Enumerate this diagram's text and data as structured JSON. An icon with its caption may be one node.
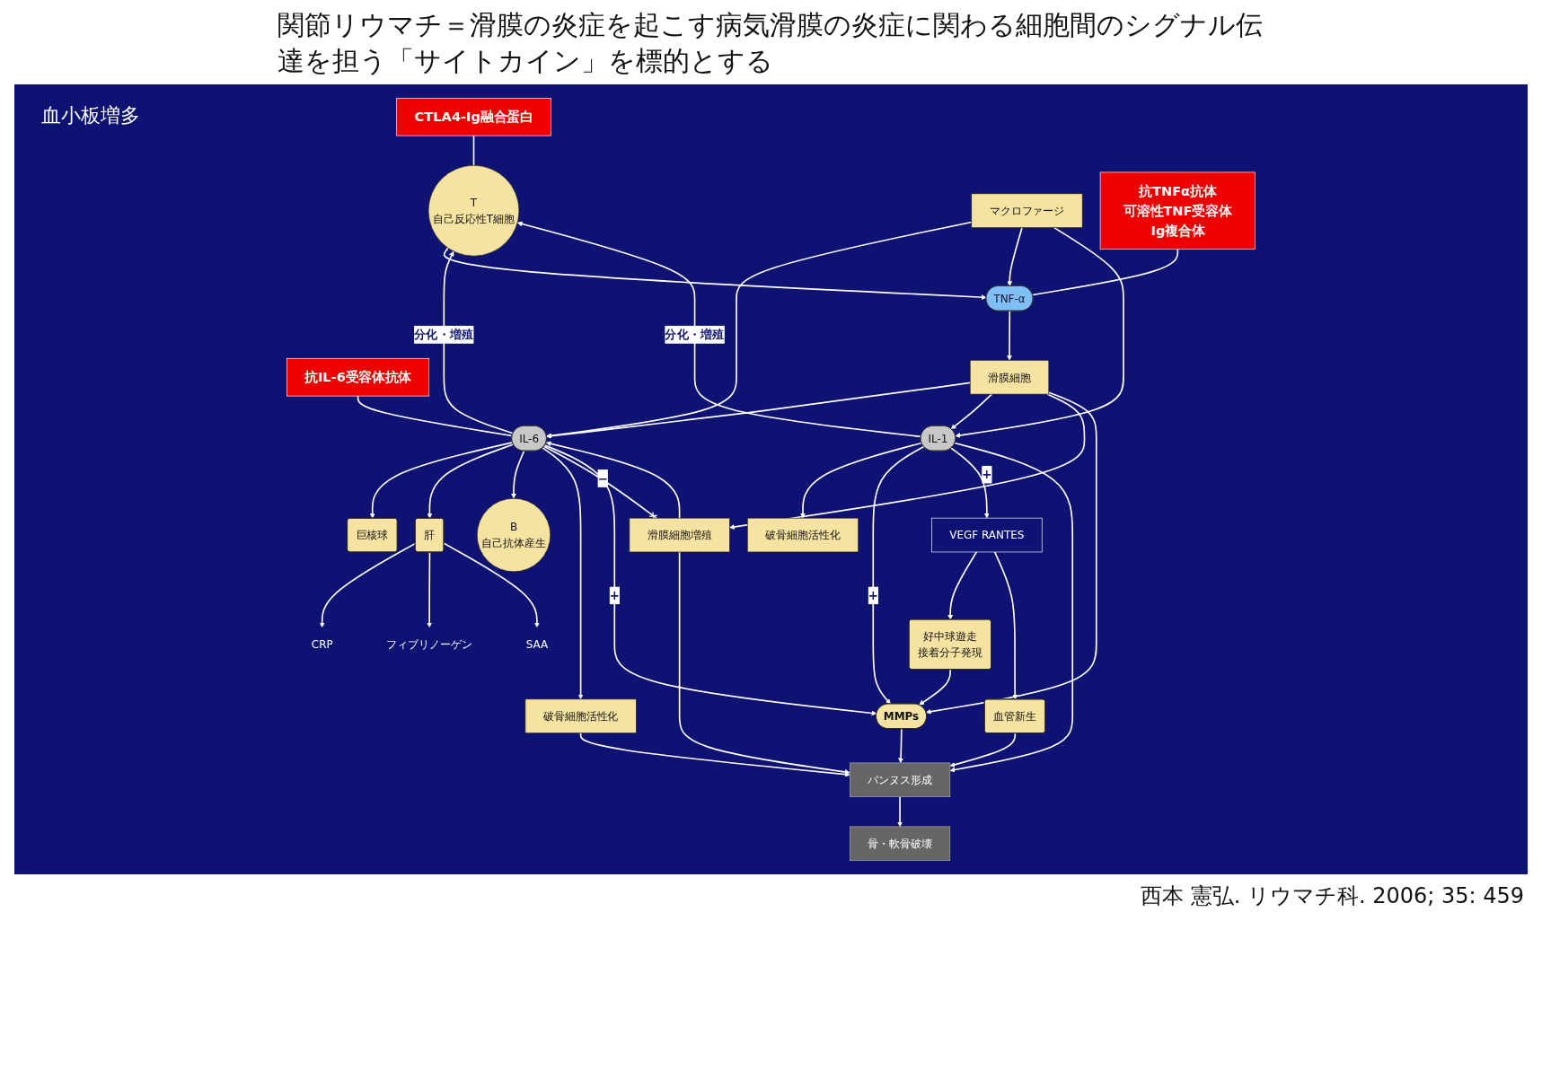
{
  "diagram": {
    "title": "関節リウマチ＝滑膜の炎症を起こす病気滑膜の炎症に関わる細胞間のシグナル伝達を担う「サイトカイン」を標的とする",
    "caption": "西本 憲弘. リウマチ科. 2006; 35: 459",
    "nodes": [
      {
        "text": [
          "CTLA4-Ig融合蛋白"
        ]
      },
      {
        "text": [
          "T",
          "自己反応性T細胞"
        ]
      },
      {
        "text": [
          "マクロファージ"
        ]
      },
      {
        "text": [
          "抗IL-6受容体抗体"
        ]
      },
      {
        "text": [
          "IL-6"
        ]
      },
      {
        "text": [
          "TNF-α"
        ]
      },
      {
        "text": [
          "IL-1"
        ]
      },
      {
        "text": [
          "巨核球"
        ]
      },
      {
        "text": [
          "肝"
        ]
      },
      {
        "text": [
          "B",
          "自己抗体産生"
        ]
      },
      {
        "text": [
          "破骨細胞活性化"
        ]
      },
      {
        "text": [
          "滑膜細胞増殖"
        ]
      },
      {
        "text": [
          "滑膜細胞"
        ]
      },
      {
        "text": [
          "破骨細胞活性化"
        ]
      },
      {
        "text": [
          "抗TNFα抗体",
          "可溶性TNF受容体Ig複合体"
        ]
      },
      {
        "text": [
          "VEGF RANTES"
        ]
      },
      {
        "text": [
          "好中球遊走",
          "接着分子発現"
        ]
      },
      {
        "text": [
          "血管新生"
        ]
      },
      {
        "text": [
          "MMPs"
        ]
      },
      {
        "text": [
          "パンヌス形成"
        ]
      },
      {
        "text": [
          "骨・軟骨破壊"
        ]
      },
      {
        "text": [
          "CRP"
        ]
      },
      {
        "text": [
          "フィブリノーゲン"
        ]
      },
      {
        "text": [
          "SAA"
        ]
      }
    ],
    "edges": [
      {
        "from": 0,
        "to": 1,
        "arrow": "none"
      },
      {
        "from": 3,
        "to": 4,
        "arrow": "none"
      },
      {
        "from": 14,
        "to": 5,
        "arrow": "none"
      },
      {
        "from": 4,
        "to": 1,
        "arrow": "to",
        "label": "分化・増殖"
      },
      {
        "from": 6,
        "to": 1,
        "arrow": "to",
        "label": "分化・増殖"
      },
      {
        "from": 1,
        "to": 5,
        "arrow": "to"
      },
      {
        "from": 2,
        "to": 4,
        "arrow": "to"
      },
      {
        "from": 2,
        "to": 5,
        "arrow": "to"
      },
      {
        "from": 2,
        "to": 6,
        "arrow": "to"
      },
      {
        "from": 5,
        "to": 12,
        "arrow": "to"
      },
      {
        "from": 12,
        "to": 4,
        "arrow": "to"
      },
      {
        "from": 12,
        "to": 6,
        "arrow": "to"
      },
      {
        "from": 4,
        "to": 7,
        "arrow": "to"
      },
      {
        "from": 4,
        "to": 8,
        "arrow": "to"
      },
      {
        "from": 4,
        "to": 9,
        "arrow": "to"
      },
      {
        "from": 4,
        "to": 10,
        "arrow": "to"
      },
      {
        "from": 11,
        "to": 4,
        "arrow": "to"
      },
      {
        "from": 4,
        "to": 11,
        "arrow": "other",
        "label": "−"
      },
      {
        "from": 12,
        "to": 11,
        "arrow": "to"
      },
      {
        "from": 8,
        "to": 21,
        "arrow": "to"
      },
      {
        "from": 8,
        "to": 22,
        "arrow": "to"
      },
      {
        "from": 8,
        "to": 23,
        "arrow": "to"
      },
      {
        "from": 6,
        "to": 13,
        "arrow": "to"
      },
      {
        "from": 4,
        "to": 18,
        "arrow": "to",
        "label": "+"
      },
      {
        "from": 6,
        "to": 18,
        "arrow": "to",
        "label": "+"
      },
      {
        "from": 12,
        "to": 18,
        "arrow": "to"
      },
      {
        "from": 6,
        "to": 15,
        "arrow": "to",
        "label": "+"
      },
      {
        "from": 15,
        "to": 16,
        "arrow": "to"
      },
      {
        "from": 15,
        "to": 17,
        "arrow": "to"
      },
      {
        "from": 16,
        "to": 18,
        "arrow": "to"
      },
      {
        "from": 18,
        "to": 19,
        "arrow": "to"
      },
      {
        "from": 11,
        "to": 19,
        "arrow": "to"
      },
      {
        "from": 10,
        "to": 19,
        "arrow": "to"
      },
      {
        "from": 17,
        "to": 19,
        "arrow": "to"
      },
      {
        "from": 6,
        "to": 19,
        "arrow": "to"
      },
      {
        "from": 19,
        "to": 20,
        "arrow": "to"
      }
    ],
    "labels": [
      "血小板増多"
    ]
  }
}
